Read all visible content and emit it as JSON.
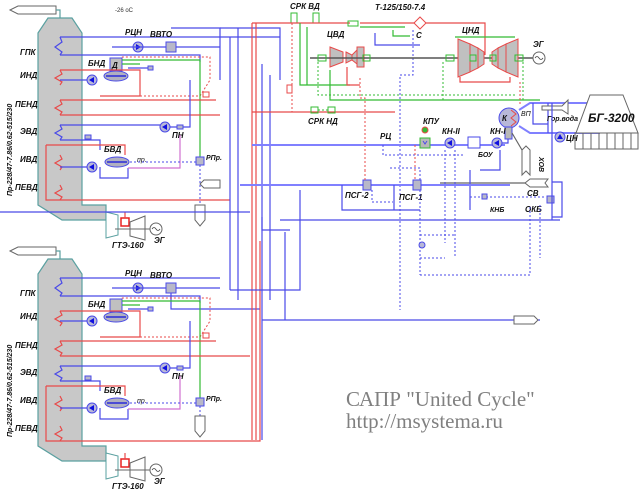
{
  "diagram": {
    "ambient_temp": "-26 oC",
    "turbine_title": "Т-125/150-7.4",
    "srk_vd": "СРК ВД",
    "srk_nd": "СРК НД",
    "cvd": "ЦВД",
    "cnd": "ЦНД",
    "condenser_c": "С",
    "eg": "ЭГ",
    "cooling_tower": "БГ-3200",
    "hot_water": "Гор.вода",
    "vp": "ВП",
    "condenser_k": "К",
    "cn": "ЦН",
    "kpu": "КПУ",
    "rc": "РЦ",
    "kn2": "КН-II",
    "kn1": "КН-I",
    "bou": "БОУ",
    "hov": "ХОВ",
    "sv": "СВ",
    "okb": "ОКБ",
    "knb": "КНБ",
    "psg1": "ПСГ-1",
    "psg2": "ПСГ-2",
    "units": [
      {
        "boiler_label": "Пр-228/47-7.86/0.62-515/230",
        "sections": [
          "ГПК",
          "ИНД",
          "ПЕНД",
          "ЭВД",
          "ИВД",
          "ПЕВД"
        ],
        "rcn": "РЦН",
        "vvto": "ВВТО",
        "bnd": "БНД",
        "d": "Д",
        "pn": "ПН",
        "bvd": "БВД",
        "pr": "пр.",
        "rpr": "РПр.",
        "gte": "ГТЭ-160",
        "eg": "ЭГ"
      },
      {
        "boiler_label": "Пр-228/47-7.86/0.62-515/230",
        "sections": [
          "ГПК",
          "ИНД",
          "ПЕНД",
          "ЭВД",
          "ИВД",
          "ПЕВД"
        ],
        "rcn": "РЦН",
        "vvto": "ВВТО",
        "bnd": "БНД",
        "d": "",
        "pn": "ПН",
        "bvd": "БВД",
        "pr": "пр.",
        "rpr": "РПр.",
        "gte": "ГТЭ-160",
        "eg": "ЭГ"
      }
    ]
  },
  "watermark": {
    "line1": "САПР \"United Cycle\"",
    "line2": "http://msystema.ru"
  }
}
